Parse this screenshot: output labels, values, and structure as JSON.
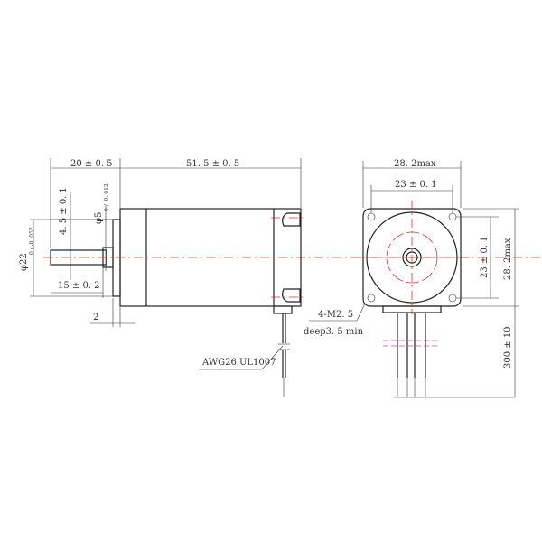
{
  "side_view": {
    "dim_shaft_length": "20 ± 0. 5",
    "dim_body_length": "51. 5 ± 0. 5",
    "dim_flat": "4. 5 ± 0. 1",
    "dim_shaft_dia": "φ5",
    "dim_shaft_dia_tol": "0 / -0. 012",
    "dim_boss_dia": "φ22",
    "dim_boss_dia_tol": "0 / -0. 052",
    "dim_flat_length": "15 ± 0. 2",
    "dim_boss_height": "2",
    "wire_label": "AWG26 UL1007"
  },
  "front_view": {
    "dim_width": "28. 2max",
    "dim_hole_spacing_h": "23 ± 0. 1",
    "dim_hole_spacing_v": "23 ± 0. 1",
    "dim_height": "28. 2max",
    "screw_label": "4-M2. 5",
    "screw_depth": "deep3. 5 min",
    "lead_length": "300 ± 10"
  },
  "colors": {
    "outline": "#222222",
    "centerline": "#e03030",
    "break_mark": "#d040c0"
  }
}
